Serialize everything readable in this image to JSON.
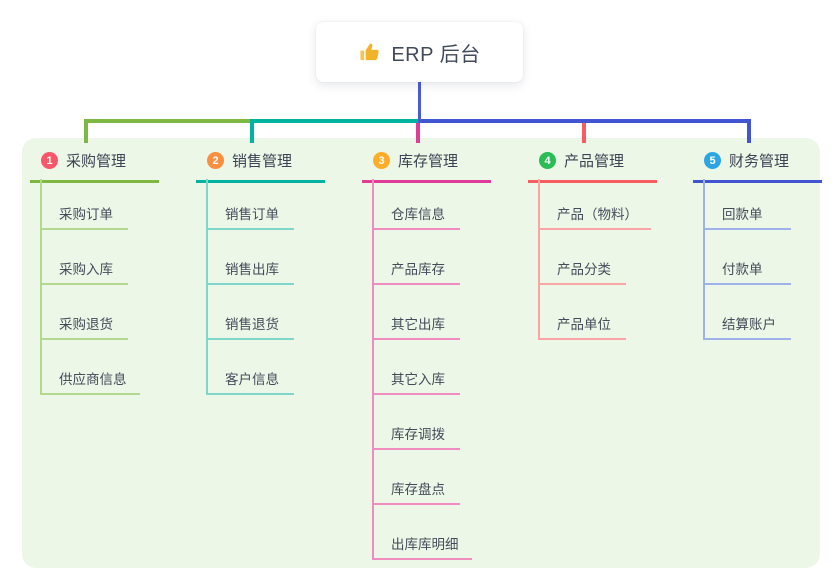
{
  "root": {
    "label": "ERP 后台",
    "icon": "thumbs-up-icon"
  },
  "canvas": {
    "background": "#ffffff",
    "panel_color": "#ecf7e8",
    "root_connector_color": "#4a5cd4"
  },
  "branches": [
    {
      "number": "1",
      "label": "采购管理",
      "badge_color": "#f75769",
      "line_color": "#7db842",
      "light_color": "#b3d98e",
      "children": [
        "采购订单",
        "采购入库",
        "采购退货",
        "供应商信息"
      ]
    },
    {
      "number": "2",
      "label": "销售管理",
      "badge_color": "#fc8e3f",
      "line_color": "#00b2a0",
      "light_color": "#80d6c9",
      "children": [
        "销售订单",
        "销售出库",
        "销售退货",
        "客户信息"
      ]
    },
    {
      "number": "3",
      "label": "库存管理",
      "badge_color": "#ffad29",
      "line_color": "#dd3d96",
      "light_color": "#f18cc1",
      "children": [
        "仓库信息",
        "产品库存",
        "其它出库",
        "其它入库",
        "库存调拨",
        "库存盘点",
        "出库库明细"
      ]
    },
    {
      "number": "4",
      "label": "产品管理",
      "badge_color": "#2abd55",
      "line_color": "#f75d60",
      "light_color": "#fba4a6",
      "children": [
        "产品（物料）",
        "产品分类",
        "产品单位"
      ]
    },
    {
      "number": "5",
      "label": "财务管理",
      "badge_color": "#2ba6e3",
      "line_color": "#4155d0",
      "light_color": "#9fb1e9",
      "children": [
        "回款单",
        "付款单",
        "结算账户"
      ]
    }
  ]
}
